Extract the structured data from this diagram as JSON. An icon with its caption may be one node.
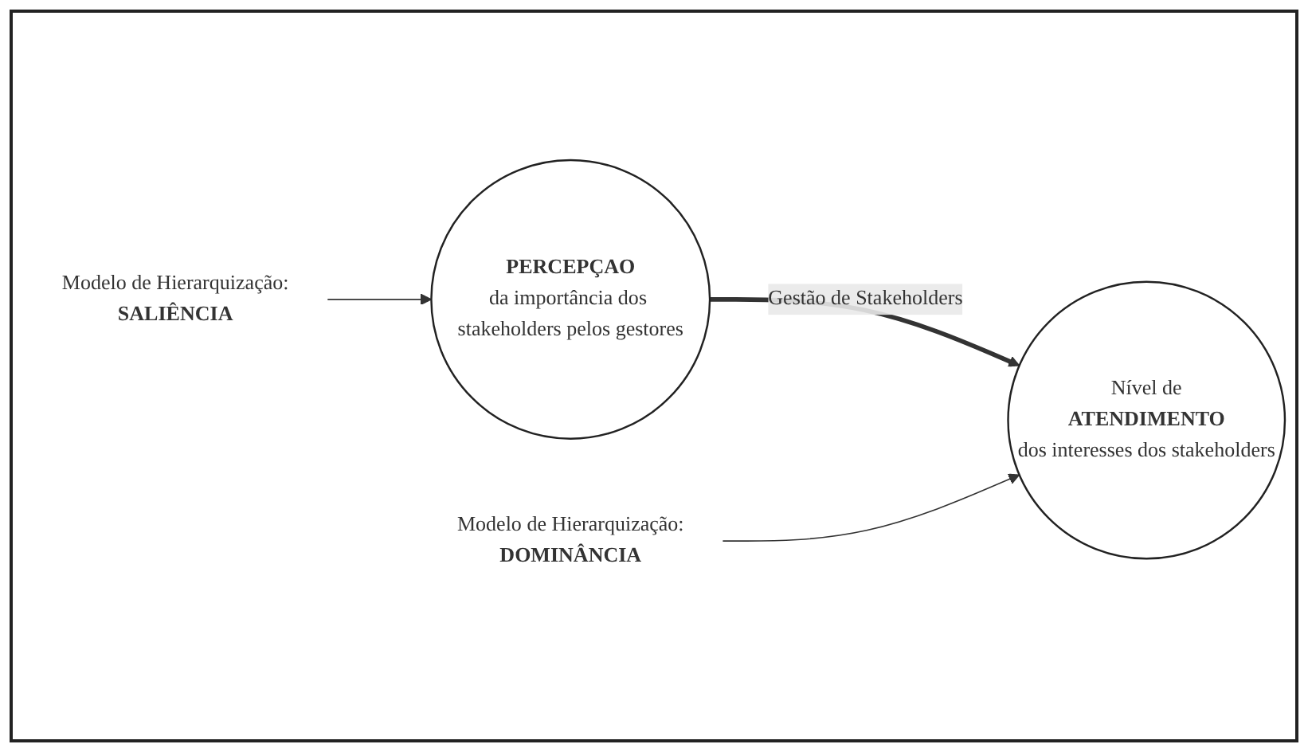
{
  "diagram": {
    "nodes": [
      {
        "text": [
          "PERCEPÇAO",
          "da importância dos stakeholders pelos gestores"
        ]
      },
      {
        "text": [
          "Nível de",
          "ATENDIMENTO",
          "dos interesses dos stakeholders"
        ]
      },
      {
        "text": [
          "Modelo de Hierarquização:",
          "SALIÊNCIA"
        ]
      },
      {
        "text": [
          "Modelo de Hierarquização:",
          "DOMINÂNCIA"
        ]
      }
    ],
    "edges": [
      {
        "from": 0,
        "to": 1,
        "arrow": "to",
        "label": "Gestão de Stakeholders",
        "style": "thick"
      },
      {
        "from": 2,
        "to": 0,
        "arrow": "to"
      },
      {
        "from": 3,
        "to": 1,
        "arrow": "to"
      }
    ]
  }
}
